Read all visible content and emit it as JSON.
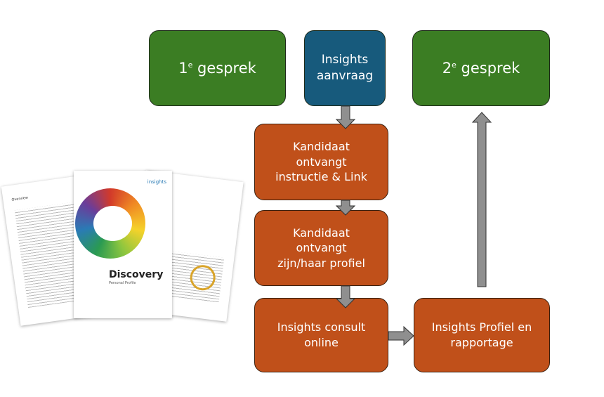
{
  "steps": {
    "first_talk": {
      "num": "1",
      "sup": "e",
      "text": " gesprek"
    },
    "request": {
      "line1": "Insights",
      "line2": "aanvraag"
    },
    "second_talk": {
      "num": "2",
      "sup": "e",
      "text": " gesprek"
    },
    "instruction": {
      "line1": "Kandidaat",
      "line2": "ontvangt",
      "line3": "instructie & Link"
    },
    "profile": {
      "line1": "Kandidaat",
      "line2": "ontvangt",
      "line3": "zijn/haar profiel"
    },
    "consult": {
      "line1": "Insights consult",
      "line2": "online"
    },
    "report": {
      "line1": "Insights Profiel en",
      "line2": "rapportage"
    }
  },
  "image": {
    "title": "Discovery",
    "subtitle": "Personal Profile",
    "brand": "insights",
    "left_heading": "Overview"
  },
  "colors": {
    "green": "#3b7d23",
    "blue": "#175a7c",
    "orange": "#c0501a",
    "arrow": "#8f8f8f"
  }
}
